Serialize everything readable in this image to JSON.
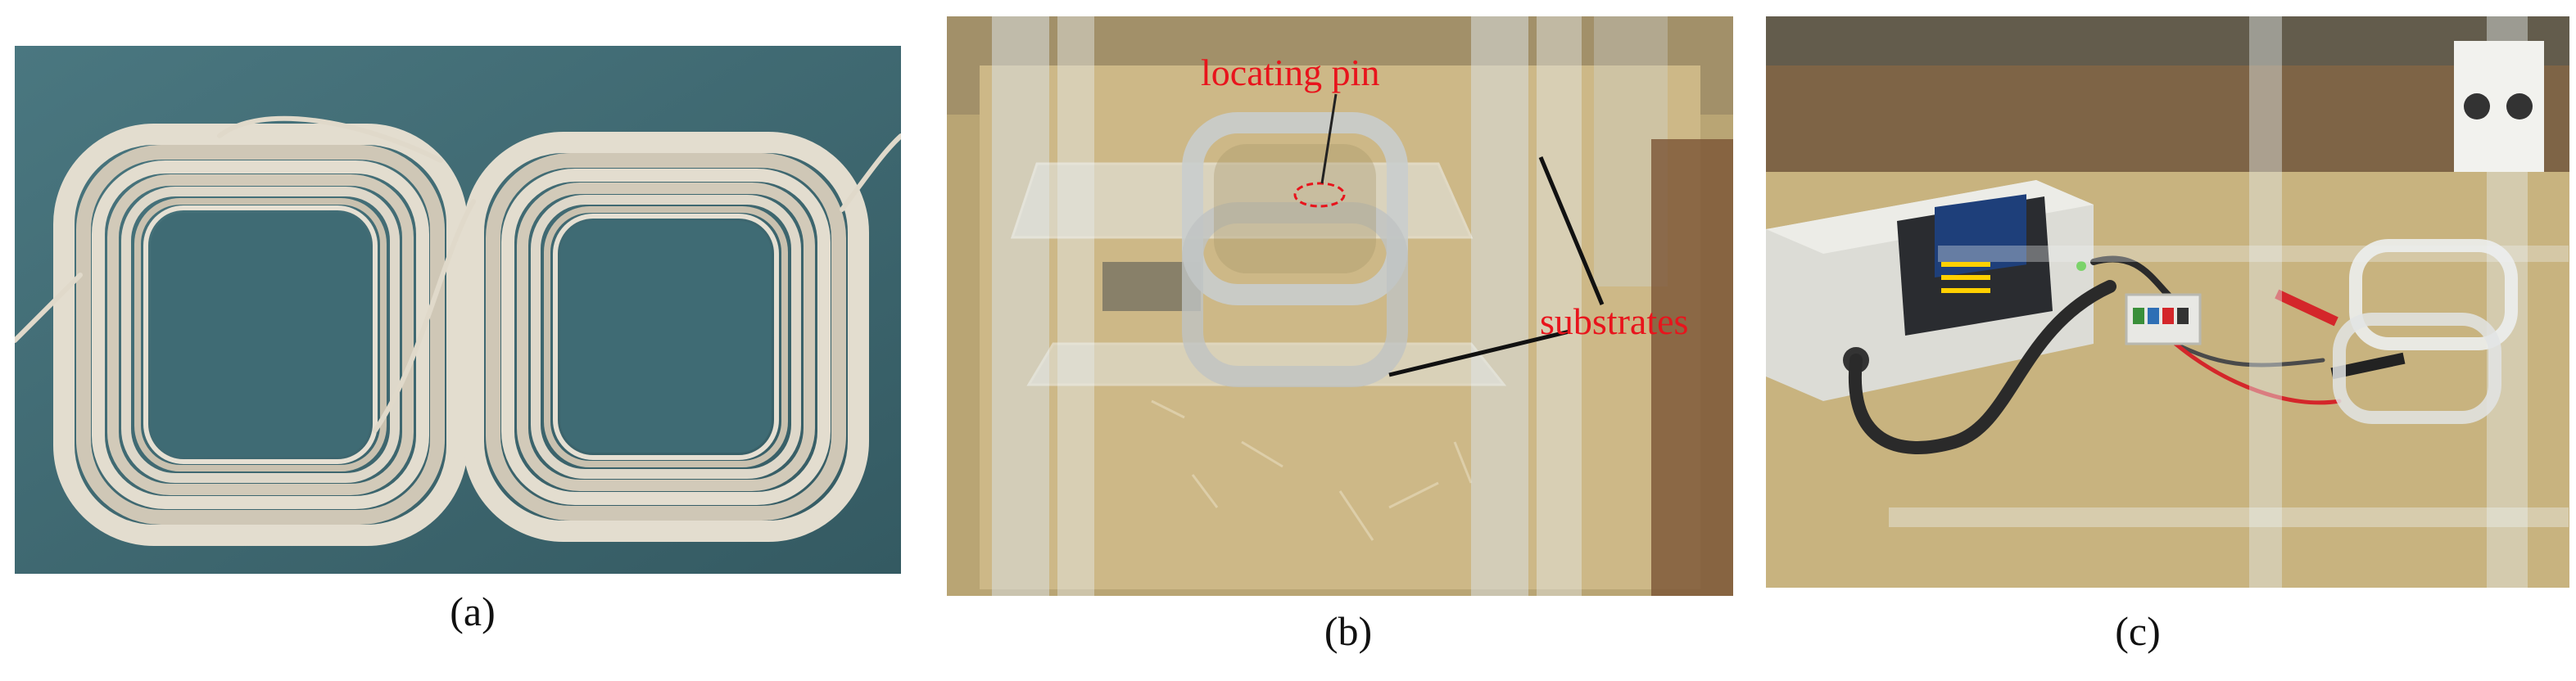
{
  "panels": [
    {
      "caption": "(a)"
    },
    {
      "caption": "(b)",
      "annotations": {
        "locating_pin": "locating pin",
        "substrates": "substrates"
      }
    },
    {
      "caption": "(c)"
    }
  ],
  "colors": {
    "annotation": "#e8141c",
    "mat": "#3e6a72",
    "coil": "#d9d2c2",
    "board": "#cbb582"
  }
}
